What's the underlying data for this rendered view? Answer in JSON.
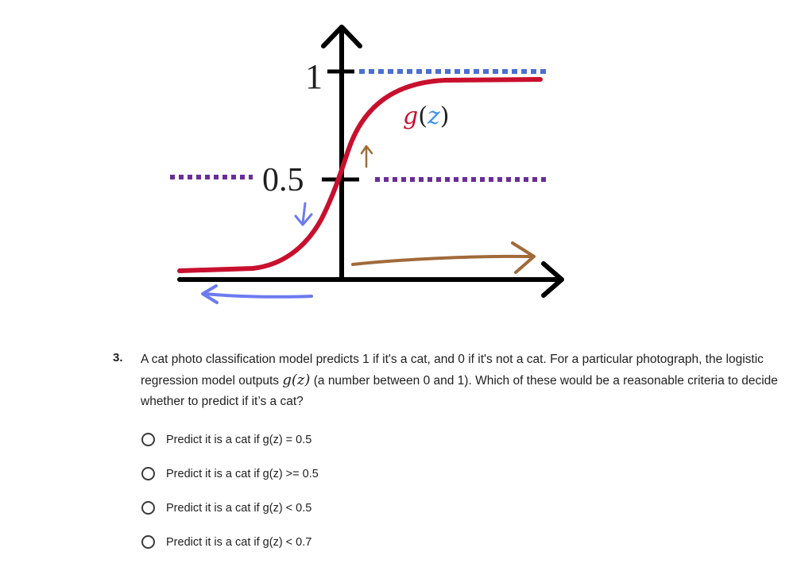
{
  "figure": {
    "label_one": "1",
    "label_half": "0.5",
    "curve_label_g": "g",
    "curve_label_open": "(",
    "curve_label_z": "z",
    "curve_label_close": ")"
  },
  "question": {
    "number": "3.",
    "text_before": "A cat photo classification model predicts 1 if it's a cat, and 0 if it's not a cat. For a particular photograph, the logistic regression model outputs ",
    "math": "g(z)",
    "text_after": " (a number between 0 and 1). Which of these would be a reasonable criteria to decide whether to predict if it’s a cat?"
  },
  "options": [
    {
      "label": "Predict it is a cat if g(z) = 0.5",
      "selected": false
    },
    {
      "label": "Predict it is a cat if g(z) >= 0.5",
      "selected": false
    },
    {
      "label": "Predict it is a cat if g(z) < 0.5",
      "selected": false
    },
    {
      "label": "Predict it is a cat if g(z) < 0.7",
      "selected": false
    }
  ],
  "colors": {
    "curve": "#c8102e",
    "top_dotted": "#4a6fd1",
    "half_dotted": "#6a2c9a",
    "axis": "#000000",
    "brown_arrow": "#a06a3a",
    "blue_arrow": "#6c7bf0",
    "z_label": "#3b8ff0"
  }
}
